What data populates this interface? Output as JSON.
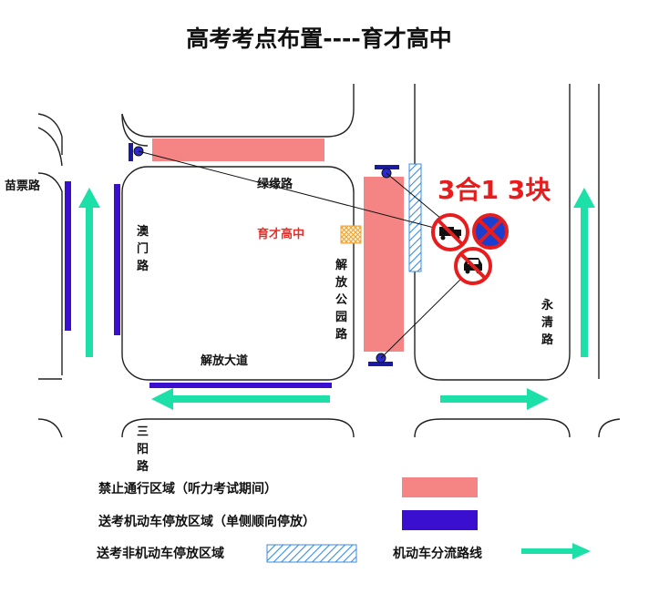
{
  "title": "高考考点布置----育才高中",
  "roads": {
    "miaopiao": "苗票路",
    "lvyuan": "绿缘路",
    "aomen": [
      "澳",
      "门",
      "路"
    ],
    "jiefang_park": [
      "解",
      "放",
      "公",
      "园",
      "路"
    ],
    "jiefang_avenue": "解放大道",
    "yongqing": [
      "永",
      "清",
      "路"
    ],
    "sanyang": [
      "三",
      "阳",
      "路"
    ]
  },
  "school": "育才高中",
  "sign_note": "3合1 3块",
  "legend": {
    "no_traffic": "禁止通行区域（听力考试期间）",
    "motor_parking": "送考机动车停放区域（单侧顺向停放）",
    "nonmotor_parking": "送考非机动车停放区域",
    "diversion": "机动车分流路线"
  },
  "colors": {
    "no_traffic": "#f58585",
    "motor_parking": "#3a0fd0",
    "nonmotor_parking": "#3a8be0",
    "diversion": "#1de0a8",
    "school": "#e8302a",
    "sign_red": "#e81c1c",
    "sign_blue": "#1a3fd0",
    "school_gate": "#f0a030"
  }
}
